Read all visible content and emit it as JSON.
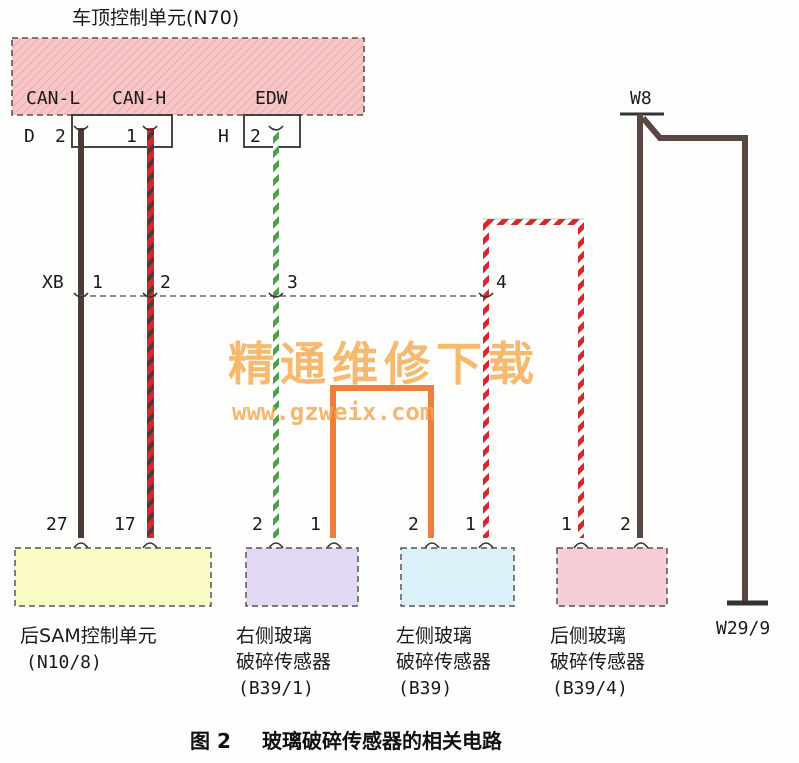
{
  "roof_unit": {
    "title": "车顶控制单元(N70)",
    "pin_labels": [
      "CAN-L",
      "CAN-H",
      "EDW"
    ]
  },
  "connectors": {
    "d": "D",
    "h": "H",
    "xb": "XB"
  },
  "pins": {
    "d2": "2",
    "d1": "1",
    "h2": "2",
    "xb1": "1",
    "xb2": "2",
    "xb3": "3",
    "xb4": "4",
    "sam27": "27",
    "sam17": "17",
    "r2": "2",
    "r1": "1",
    "l2": "2",
    "l1": "1",
    "b1": "1",
    "b2": "2"
  },
  "ground": {
    "top": "W8",
    "bottom": "W29/9"
  },
  "modules": [
    {
      "line1": "后SAM控制单元",
      "line2": "(N10/8)",
      "line3": "",
      "color": "#fbfbc8"
    },
    {
      "line1": "右侧玻璃",
      "line2": "破碎传感器",
      "line3": "(B39/1)",
      "color": "#e3d8f4"
    },
    {
      "line1": "左侧玻璃",
      "line2": "破碎传感器",
      "line3": "(B39)",
      "color": "#dcf0f7"
    },
    {
      "line1": "后侧玻璃",
      "line2": "破碎传感器",
      "line3": "(B39/4)",
      "color": "#f6cdd6"
    }
  ],
  "watermark": {
    "text": "精通维修下载",
    "url": "www.gzweix.com"
  },
  "caption": {
    "fig": "图 2",
    "title": "玻璃破碎传感器的相关电路"
  },
  "colors": {
    "roof_fill": "#f7c6c6",
    "brown": "#5b4741",
    "red": "#d8262b",
    "green": "#4aa14a",
    "orange": "#ee7e3a"
  }
}
